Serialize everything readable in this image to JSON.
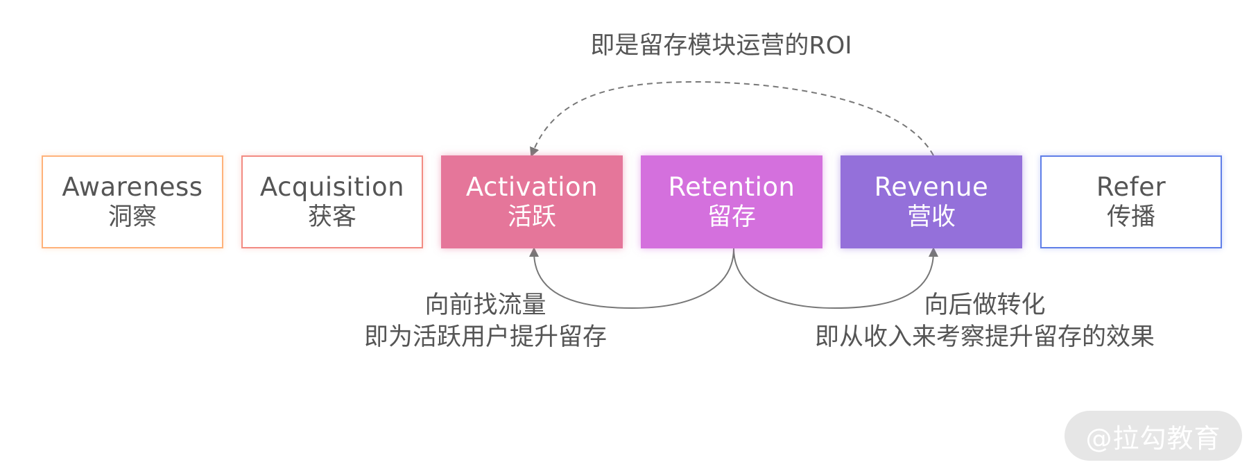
{
  "stages": [
    {
      "en": "Awareness",
      "zh": "洞察",
      "color": "#ffb27a",
      "style": "outline"
    },
    {
      "en": "Acquisition",
      "zh": "获客",
      "color": "#f28b82",
      "style": "outline"
    },
    {
      "en": "Activation",
      "zh": "活跃",
      "color": "#e5769a",
      "style": "filled"
    },
    {
      "en": "Retention",
      "zh": "留存",
      "color": "#d470dd",
      "style": "filled"
    },
    {
      "en": "Revenue",
      "zh": "营收",
      "color": "#9470da",
      "style": "filled"
    },
    {
      "en": "Refer",
      "zh": "传播",
      "color": "#5f7ee8",
      "style": "outline"
    }
  ],
  "captions": {
    "top": "即是留存模块运营的ROI",
    "left": [
      "向前找流量",
      "即为活跃用户提升留存"
    ],
    "right": [
      "向后做转化",
      "即从收入来考察提升留存的效果"
    ]
  },
  "watermark": "@拉勾教育",
  "colors": {
    "arrow": "#777777",
    "text": "#555555"
  }
}
